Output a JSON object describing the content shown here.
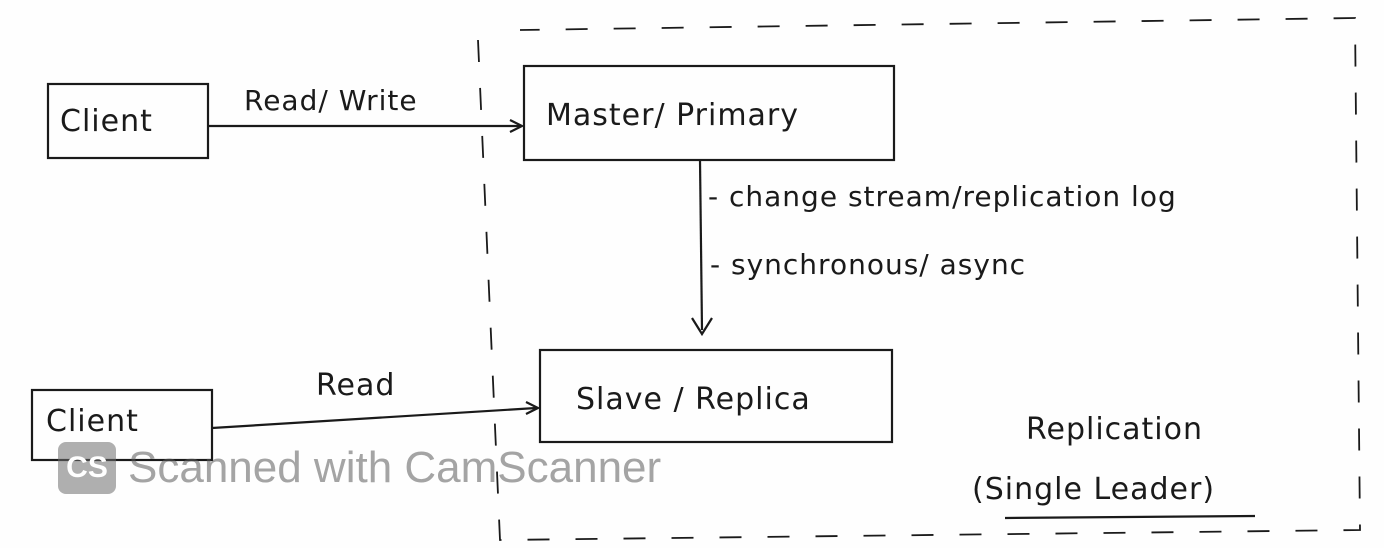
{
  "diagram": {
    "client_top": "Client",
    "client_bottom": "Client",
    "edge_read_write": "Read/ Write",
    "edge_read": "Read",
    "master": "Master/ Primary",
    "slave": "Slave / Replica",
    "notes": [
      "- change stream/replication log",
      "- synchronous/ async"
    ],
    "title": "Replication",
    "subtitle": "(Single Leader)"
  },
  "watermark": {
    "logo": "CS",
    "text": "Scanned with CamScanner"
  }
}
